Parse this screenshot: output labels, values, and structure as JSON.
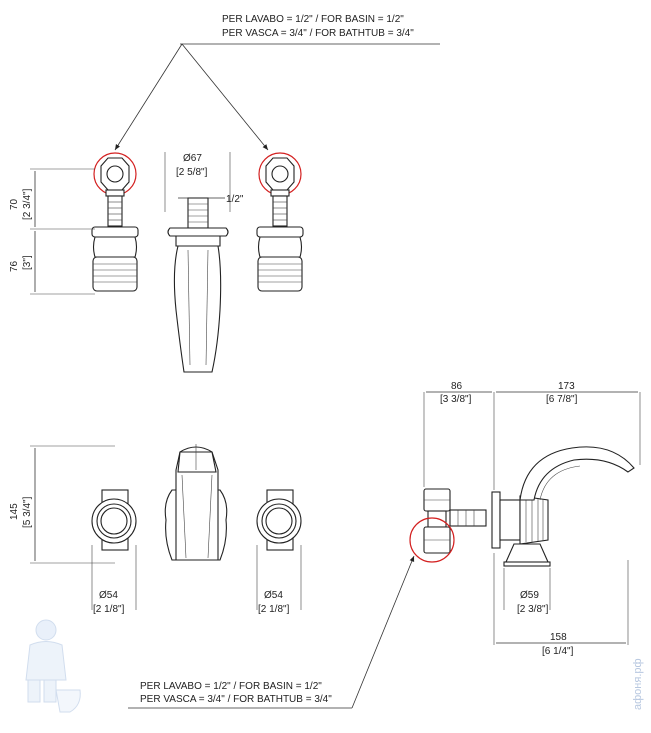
{
  "connection_note": {
    "line1": "PER LAVABO = 1/2\" / FOR BASIN = 1/2\"",
    "line2": "PER VASCA = 3/4\" / FOR BATHTUB = 3/4\""
  },
  "front_view": {
    "height_upper_mm": "70",
    "height_upper_in": "[2 3/4\"]",
    "height_lower_mm": "76",
    "height_lower_in": "[3\"]",
    "spout_dia_mm": "Ø67",
    "spout_dia_in": "[2 5/8\"]",
    "thread": "1/2\""
  },
  "top_view": {
    "depth_mm": "145",
    "depth_in": "[5 3/4\"]",
    "left_dia_mm": "Ø54",
    "left_dia_in": "[2 1/8\"]",
    "right_dia_mm": "Ø54",
    "right_dia_in": "[2 1/8\"]"
  },
  "side_view": {
    "wall_offset_mm": "86",
    "wall_offset_in": "[3 3/8\"]",
    "spout_reach_mm": "173",
    "spout_reach_in": "[6 7/8\"]",
    "flange_dia_mm": "Ø59",
    "flange_dia_in": "[2 3/8\"]",
    "base_width_mm": "158",
    "base_width_in": "[6 1/4\"]"
  },
  "watermark": "афоня.рф",
  "colors": {
    "highlight": "#d32020",
    "line": "#222222",
    "watermark": "#b8c8e0"
  }
}
